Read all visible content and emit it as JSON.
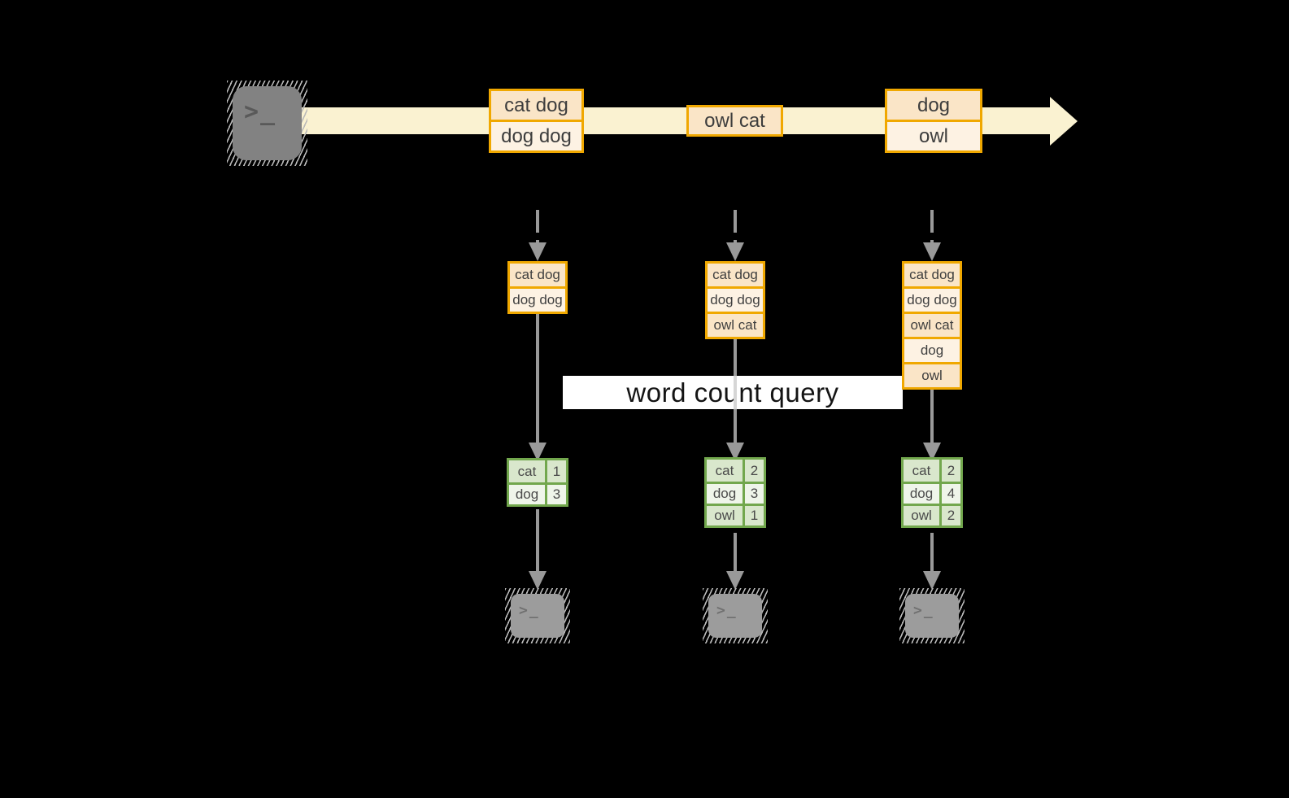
{
  "terminal_glyph": ">_",
  "query_label": "word count query",
  "colors": {
    "background": "#000000",
    "band": "#FAF2D1",
    "orange_border": "#F0A800",
    "peach_fill": "#FAE5C7",
    "cream_fill": "#FDF2E3",
    "green_border": "#72A74D",
    "green_sage_fill": "#D9E7CC",
    "green_light_fill": "#EFF5EA",
    "arrow_gray": "#999999"
  },
  "timeline": {
    "events": [
      {
        "lines": [
          "cat dog",
          "dog dog"
        ]
      },
      {
        "lines": [
          "owl cat"
        ]
      },
      {
        "lines": [
          "dog",
          "owl"
        ]
      }
    ]
  },
  "columns": [
    {
      "stream": [
        "cat dog",
        "dog dog"
      ],
      "counts": [
        {
          "word": "cat",
          "count": "1"
        },
        {
          "word": "dog",
          "count": "3"
        }
      ]
    },
    {
      "stream": [
        "cat dog",
        "dog dog",
        "owl cat"
      ],
      "counts": [
        {
          "word": "cat",
          "count": "2"
        },
        {
          "word": "dog",
          "count": "3"
        },
        {
          "word": "owl",
          "count": "1"
        }
      ]
    },
    {
      "stream": [
        "cat dog",
        "dog dog",
        "owl cat",
        "dog",
        "owl"
      ],
      "counts": [
        {
          "word": "cat",
          "count": "2"
        },
        {
          "word": "dog",
          "count": "4"
        },
        {
          "word": "owl",
          "count": "2"
        }
      ]
    }
  ]
}
